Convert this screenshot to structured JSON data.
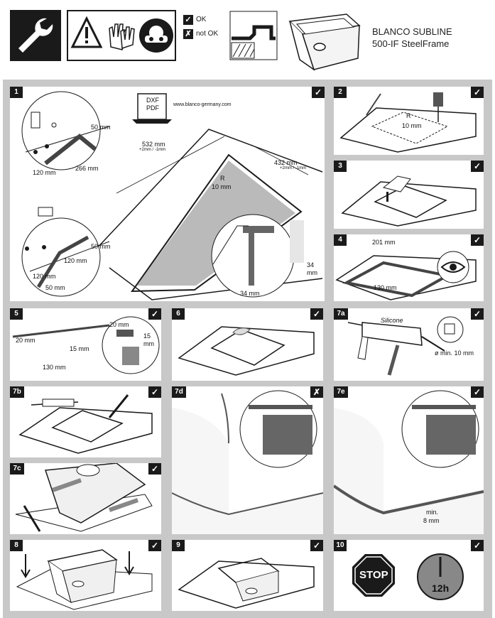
{
  "header": {
    "legend_ok": "OK",
    "legend_not_ok": "not OK",
    "check_glyph": "✓",
    "cross_glyph": "✗",
    "title_line1": "BLANCO SUBLINE",
    "title_line2": "500-IF SteelFrame",
    "icons": [
      "wrench-icon",
      "warning-icon",
      "gloves-icon",
      "goggles-icon",
      "edge-profile-icon",
      "sink-icon"
    ]
  },
  "steps": {
    "s1": {
      "number": "1",
      "mark": "✓",
      "dxf": "DXF",
      "pdf": "PDF",
      "url": "www.blanco-germany.com",
      "dim_532": "532 mm",
      "dim_532_tol": "+2mm / -1mm",
      "dim_432": "432 mm",
      "dim_432_tol": "+2mm / -1mm",
      "radius": "R",
      "radius_val": "10 mm",
      "d50a": "50 mm",
      "d120a": "120 mm",
      "d266": "266 mm",
      "d50b": "50 mm",
      "d120b": "120 mm",
      "d120c": "120 mm",
      "d50c": "50 mm",
      "d34a": "34",
      "d34a_unit": "mm",
      "d34b": "34 mm"
    },
    "s2": {
      "number": "2",
      "mark": "✓",
      "radius": "R",
      "radius_val": "10 mm"
    },
    "s3": {
      "number": "3",
      "mark": "✓"
    },
    "s4": {
      "number": "4",
      "mark": "✓",
      "d201": "201 mm",
      "d130": "130 mm"
    },
    "s5": {
      "number": "5",
      "mark": "✓",
      "d20a": "20 mm",
      "d15a": "15 mm",
      "d130": "130 mm",
      "d20b": "20 mm",
      "d15b": "15",
      "d15b_unit": "mm"
    },
    "s6": {
      "number": "6",
      "mark": "✓"
    },
    "s7a": {
      "number": "7a",
      "mark": "✓",
      "silicone": "Silicone",
      "min": "ø min. 10 mm"
    },
    "s7b": {
      "number": "7b",
      "mark": "✓"
    },
    "s7c": {
      "number": "7c",
      "mark": "✓"
    },
    "s7d": {
      "number": "7d",
      "mark": "✗"
    },
    "s7e": {
      "number": "7e",
      "mark": "✓",
      "min_label": "min.",
      "min_val": "8 mm"
    },
    "s8": {
      "number": "8",
      "mark": "✓"
    },
    "s9": {
      "number": "9",
      "mark": "✓"
    },
    "s10": {
      "number": "10",
      "mark": "✓",
      "stop": "STOP",
      "time": "12h"
    }
  }
}
